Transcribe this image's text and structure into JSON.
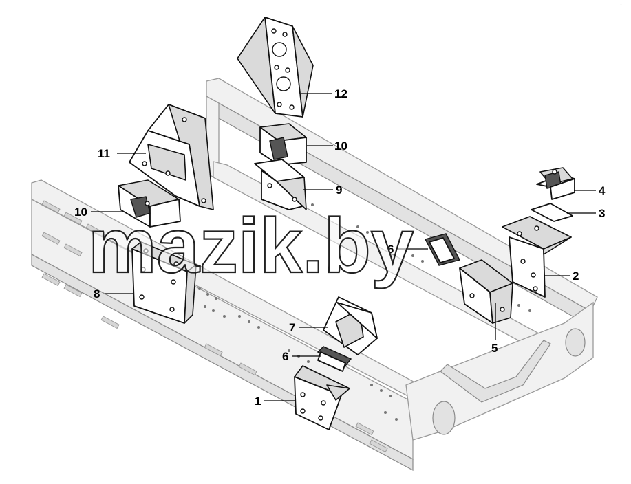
{
  "watermark": {
    "text": "mazik.by"
  },
  "callouts": [
    {
      "id": "c12",
      "label": "12",
      "target": "bracket-12"
    },
    {
      "id": "c10a",
      "label": "10",
      "target": "mount-10-rear"
    },
    {
      "id": "c11",
      "label": "11",
      "target": "bracket-11"
    },
    {
      "id": "c9",
      "label": "9",
      "target": "bracket-9"
    },
    {
      "id": "c10b",
      "label": "10",
      "target": "mount-10-front"
    },
    {
      "id": "c4",
      "label": "4",
      "target": "mount-4"
    },
    {
      "id": "c3",
      "label": "3",
      "target": "plate-3"
    },
    {
      "id": "c6a",
      "label": "6",
      "target": "pad-6-rear"
    },
    {
      "id": "c2",
      "label": "2",
      "target": "bracket-2"
    },
    {
      "id": "c8",
      "label": "8",
      "target": "bracket-8"
    },
    {
      "id": "c5",
      "label": "5",
      "target": "bracket-5"
    },
    {
      "id": "c7",
      "label": "7",
      "target": "bracket-7"
    },
    {
      "id": "c6b",
      "label": "6",
      "target": "pad-6-front"
    },
    {
      "id": "c1",
      "label": "1",
      "target": "bracket-1"
    }
  ],
  "colors": {
    "frame": "#f1f1f1",
    "frame_edge": "#9a9a9a",
    "part_edge": "#111111",
    "label": "#000000"
  }
}
